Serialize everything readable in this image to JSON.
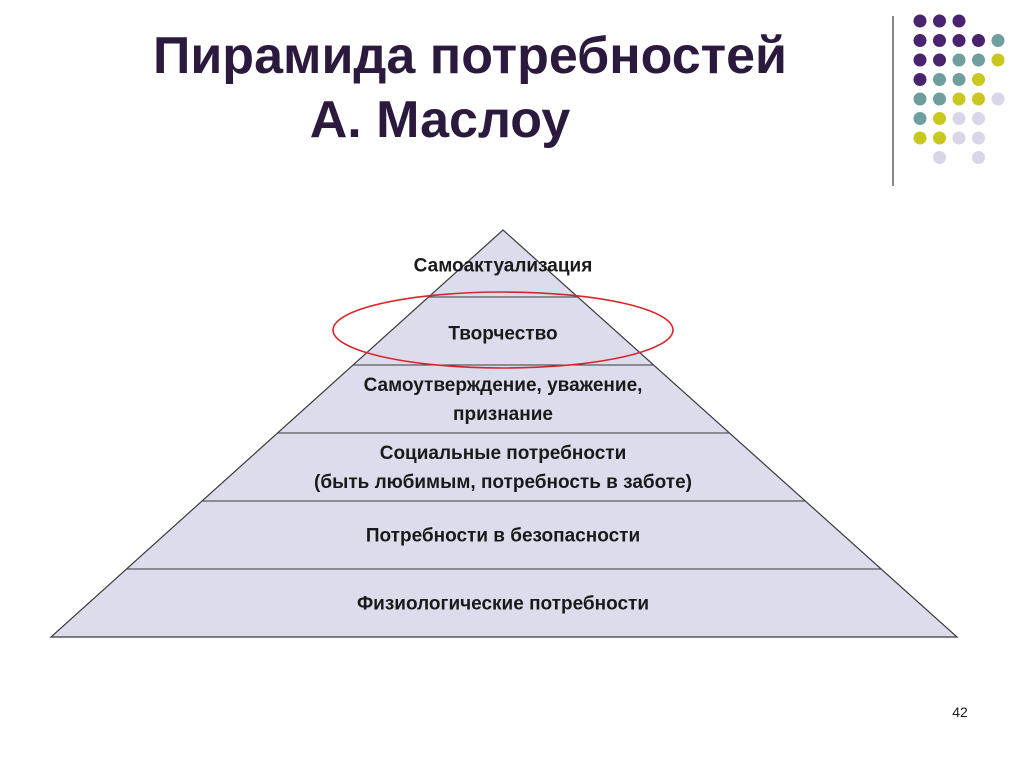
{
  "slide": {
    "title_line_1": "Пирамида потребностей",
    "title_line_2": "А. Маслоу",
    "page_number": "42"
  },
  "pyramid": {
    "levels": [
      {
        "label_lines": [
          "Самоактуализация"
        ]
      },
      {
        "label_lines": [
          "Творчество"
        ],
        "highlighted": true
      },
      {
        "label_lines": [
          "Самоутверждение, уважение,",
          "признание"
        ]
      },
      {
        "label_lines": [
          "Социальные потребности",
          "(быть любимым, потребность в заботе)"
        ]
      },
      {
        "label_lines": [
          "Потребности в безопасности"
        ]
      },
      {
        "label_lines": [
          "Физиологические потребности"
        ]
      }
    ]
  },
  "colors": {
    "title": "#2b1a3d",
    "pyramid_fill": "#dcdced",
    "pyramid_stroke": "#3a3a3a",
    "highlight_ring": "#d9262a",
    "dot_purple": "#4a2370",
    "dot_teal": "#6f9e9e",
    "dot_yellow": "#c9c820",
    "dot_lavender": "#d8d6e8"
  },
  "decor": {
    "dot_grid": [
      [
        "purple",
        "purple",
        "purple",
        null
      ],
      [
        "purple",
        "purple",
        "purple",
        "purple",
        "teal"
      ],
      [
        "purple",
        "purple",
        "teal",
        "teal",
        "yellow"
      ],
      [
        "purple",
        "teal",
        "teal",
        "yellow",
        null
      ],
      [
        "teal",
        "teal",
        "yellow",
        "yellow",
        "lavender"
      ],
      [
        "teal",
        "yellow",
        "lavender",
        "lavender",
        null
      ],
      [
        "yellow",
        "yellow",
        "lavender",
        "lavender",
        null
      ],
      [
        null,
        "lavender",
        null,
        "lavender",
        null
      ]
    ]
  }
}
